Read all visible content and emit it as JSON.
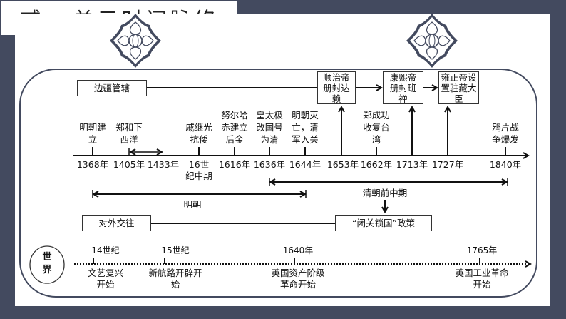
{
  "title": "贰 · 单元时间脉络",
  "top_row": {
    "border": "边疆管辖",
    "shunzhi": "顺治帝册封达赖",
    "kangxi": "康熙帝册封班禅",
    "yongzheng": "雍正帝设置驻藏大臣"
  },
  "events": [
    {
      "label": "明朝建立",
      "year": "1368年"
    },
    {
      "label": "郑和下西洋",
      "year": "1405年"
    },
    {
      "label": "",
      "year": "1433年"
    },
    {
      "label": "戚继光抗倭",
      "year": "16世纪中期"
    },
    {
      "label": "努尔哈赤建立后金",
      "year": "1616年"
    },
    {
      "label": "皇太极改国号为清",
      "year": "1636年"
    },
    {
      "label": "明朝灭亡，清军入关",
      "year": "1644年"
    },
    {
      "label": "",
      "year": "1653年"
    },
    {
      "label": "郑成功收复台湾",
      "year": "1662年"
    },
    {
      "label": "",
      "year": "1713年"
    },
    {
      "label": "",
      "year": "1727年"
    },
    {
      "label": "鸦片战争爆发",
      "year": "1840年"
    }
  ],
  "periods": {
    "ming": "明朝",
    "qing": "清朝前中期"
  },
  "foreign": {
    "relations": "对外交往",
    "closed": "“闭关锁国”政策"
  },
  "world": {
    "label": "世界",
    "items": [
      {
        "time": "14世纪",
        "event": "文艺复兴开始"
      },
      {
        "time": "15世纪",
        "event": "新航路开辟开始"
      },
      {
        "time": "1640年",
        "event": "英国资产阶级革命开始"
      },
      {
        "time": "1765年",
        "event": "英国工业革命开始"
      }
    ]
  },
  "colors": {
    "background": "#434a5f",
    "panel": "#ffffff",
    "line": "#111111"
  }
}
